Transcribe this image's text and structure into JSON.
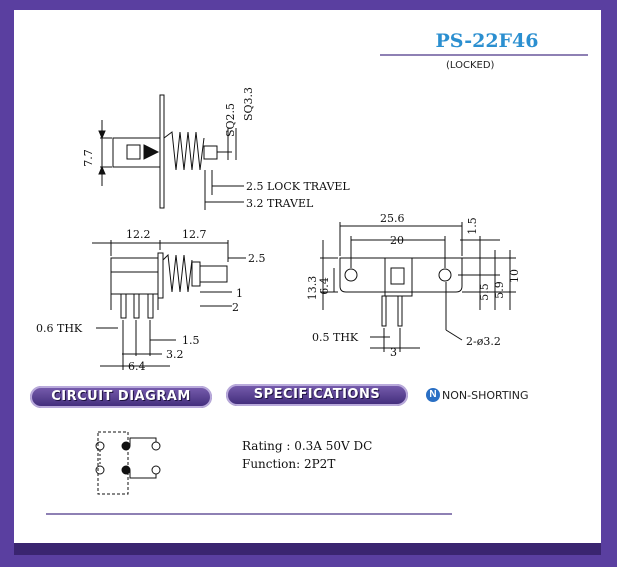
{
  "header": {
    "title": "PS-22F46",
    "subtitle": "(LOCKED)"
  },
  "banners": {
    "circuit": "CIRCUIT DIAGRAM",
    "specifications": "SPECIFICATIONS",
    "non_shorting": "NON-SHORTING",
    "non_shorting_icon": "N"
  },
  "specs": {
    "rating": "Rating : 0.3A 50V DC",
    "function": "Function: 2P2T"
  },
  "side_view": {
    "dim_height": "7.7",
    "sq1": "SQ2.5",
    "sq2": "SQ3.3",
    "lock_travel": "2.5 LOCK TRAVEL",
    "travel": "3.2 TRAVEL"
  },
  "front_view": {
    "w1": "12.2",
    "w2": "12.7",
    "d_plunger": "2.5",
    "d1": "1",
    "d2": "2",
    "thk": "0.6 THK",
    "d15": "1.5",
    "d32": "3.2",
    "d64": "6.4"
  },
  "top_view": {
    "w_total": "25.6",
    "w_holes": "20",
    "h15": "1.5",
    "h133": "13.3",
    "h64": "6.4",
    "h55": "5.5",
    "h59": "5.9",
    "h10": "10",
    "thk": "0.5 THK",
    "pitch": "3",
    "hole": "2-ø3.2"
  },
  "colors": {
    "frame": "#4a3090",
    "title": "#2b8fd0",
    "banner": "#4b3488"
  }
}
